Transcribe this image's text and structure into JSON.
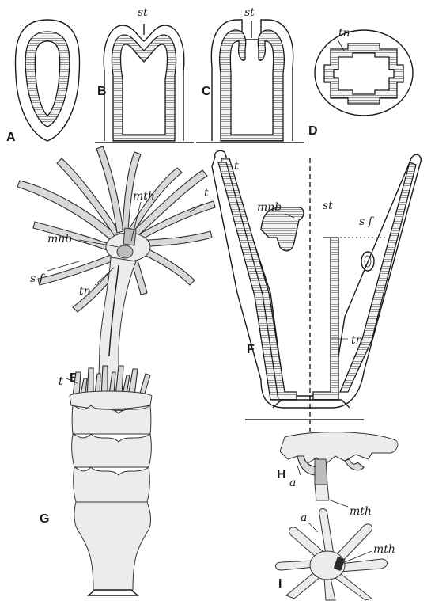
{
  "figure_letters": {
    "A": "A",
    "B": "B",
    "C": "C",
    "D": "D",
    "E": "E",
    "F": "F",
    "G": "G",
    "H": "H",
    "I": "I"
  },
  "labels": {
    "st": "st",
    "tn": "tn",
    "t": "t",
    "mth": "mth",
    "mnb": "mnb",
    "sf": "s f",
    "a": "a"
  }
}
